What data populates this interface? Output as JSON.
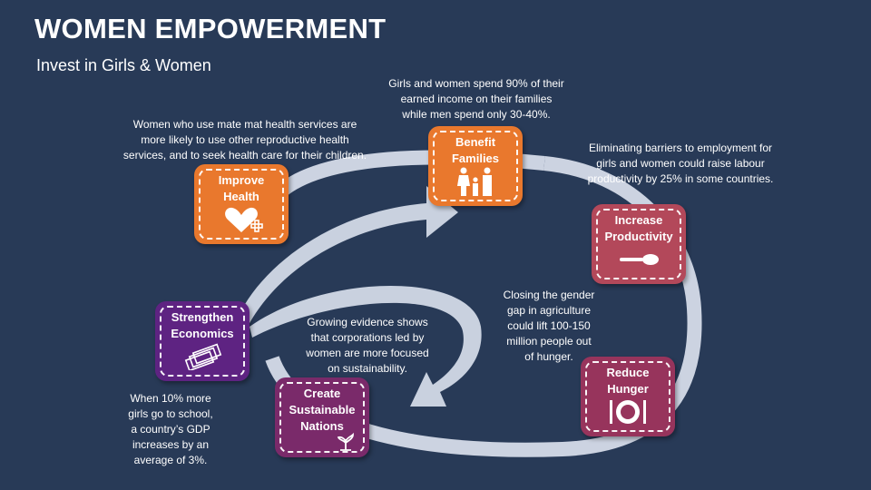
{
  "title": "WOMEN EMPOWERMENT",
  "subtitle": "Invest in Girls & Women",
  "nodes": [
    {
      "id": "improve-health",
      "label": "Improve\nHealth",
      "color": "#e9782d",
      "icon": "heart-plus-icon",
      "desc": "Women who use mate mat health services are\nmore likely to use other reproductive health\nservices, and to seek health care for their children."
    },
    {
      "id": "benefit-families",
      "label": "Benefit\nFamilies",
      "color": "#e9782d",
      "icon": "family-icon",
      "desc": "Girls and women spend 90% of their\nearned income on their families\nwhile men spend only 30-40%."
    },
    {
      "id": "increase-productivity",
      "label": "Increase\nProductivity",
      "color": "#b3485a",
      "icon": "spoon-icon",
      "desc": "Eliminating barriers to employment for\ngirls and women could raise labour\nproductivity by 25% in some countries."
    },
    {
      "id": "reduce-hunger",
      "label": "Reduce\nHunger",
      "color": "#97345c",
      "icon": "plate-cutlery-icon",
      "desc": "Closing the gender\ngap in agriculture\ncould lift 100-150\nmillion people out\nof hunger."
    },
    {
      "id": "create-sustainable-nations",
      "label": "Create\nSustainable\nNations",
      "color": "#7a2a6a",
      "icon": "plant-icon",
      "desc": "Growing evidence shows\nthat corporations led by\nwomen are more focused\non sustainability."
    },
    {
      "id": "strengthen-economics",
      "label": "Strengthen\nEconomics",
      "color": "#5e2382",
      "icon": "money-stack-icon",
      "desc": "When 10% more\ngirls go to school,\na country’s GDP\nincreases by an\naverage of 3%."
    }
  ]
}
